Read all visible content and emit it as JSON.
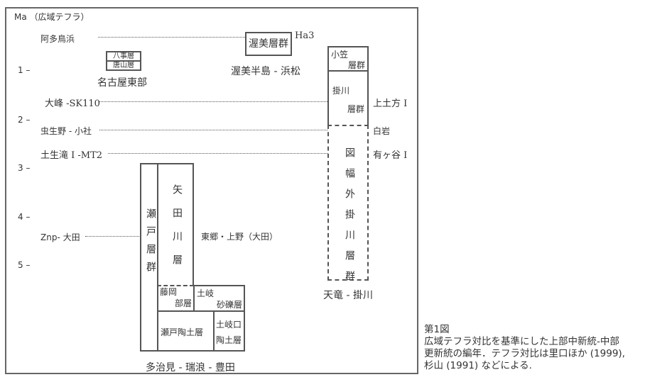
{
  "axis": {
    "unit": "Ma",
    "title": "（広域テフラ）",
    "ticks": [
      "1 –",
      "2 –",
      "3 –",
      "4 –",
      "5 –"
    ]
  },
  "tephra": {
    "ata": "阿多鳥浜",
    "omine": "大峰 -SK110",
    "mushiu": "虫生野 - 小社",
    "habutaki": "土生滝 I -MT2",
    "znp": "Znp- 大田",
    "ha3": "Ha3",
    "kamihijikata": "上土方 I",
    "shiraiwa": "白岩",
    "arugaya": "有ヶ谷 I",
    "togo": "東郷・上野（大田）"
  },
  "nagoya": {
    "yagoto": "八事層",
    "karayama": "唐山層",
    "region": "名古屋東部"
  },
  "atsumi": {
    "group": "渥美層群",
    "region": "渥美半島 - 浜松"
  },
  "kakegawa": {
    "ogasa1": "小笠",
    "ogasa2": "層群",
    "kake1": "掛川",
    "kake2": "層群",
    "outside": "図幅外掛川層群",
    "region": "天竜 - 掛川"
  },
  "seto": {
    "group": "瀬戸層群",
    "yadagawa": "矢田川層",
    "fujioka1": "藤岡",
    "fujioka2": "部層",
    "toki1": "土岐",
    "toki2": "砂礫層",
    "setotodo": "瀬戸陶土層",
    "tokiguchi1": "土岐口",
    "tokiguchi2": "陶土層",
    "region": "多治見 - 瑞浪 - 豊田"
  },
  "caption": {
    "title": "第1図",
    "line1": "広域テフラ対比を基準にした上部中新統-中部",
    "line2": "更新統の編年．テフラ対比は里口ほか (1999),",
    "line3": "杉山 (1991) などによる."
  }
}
